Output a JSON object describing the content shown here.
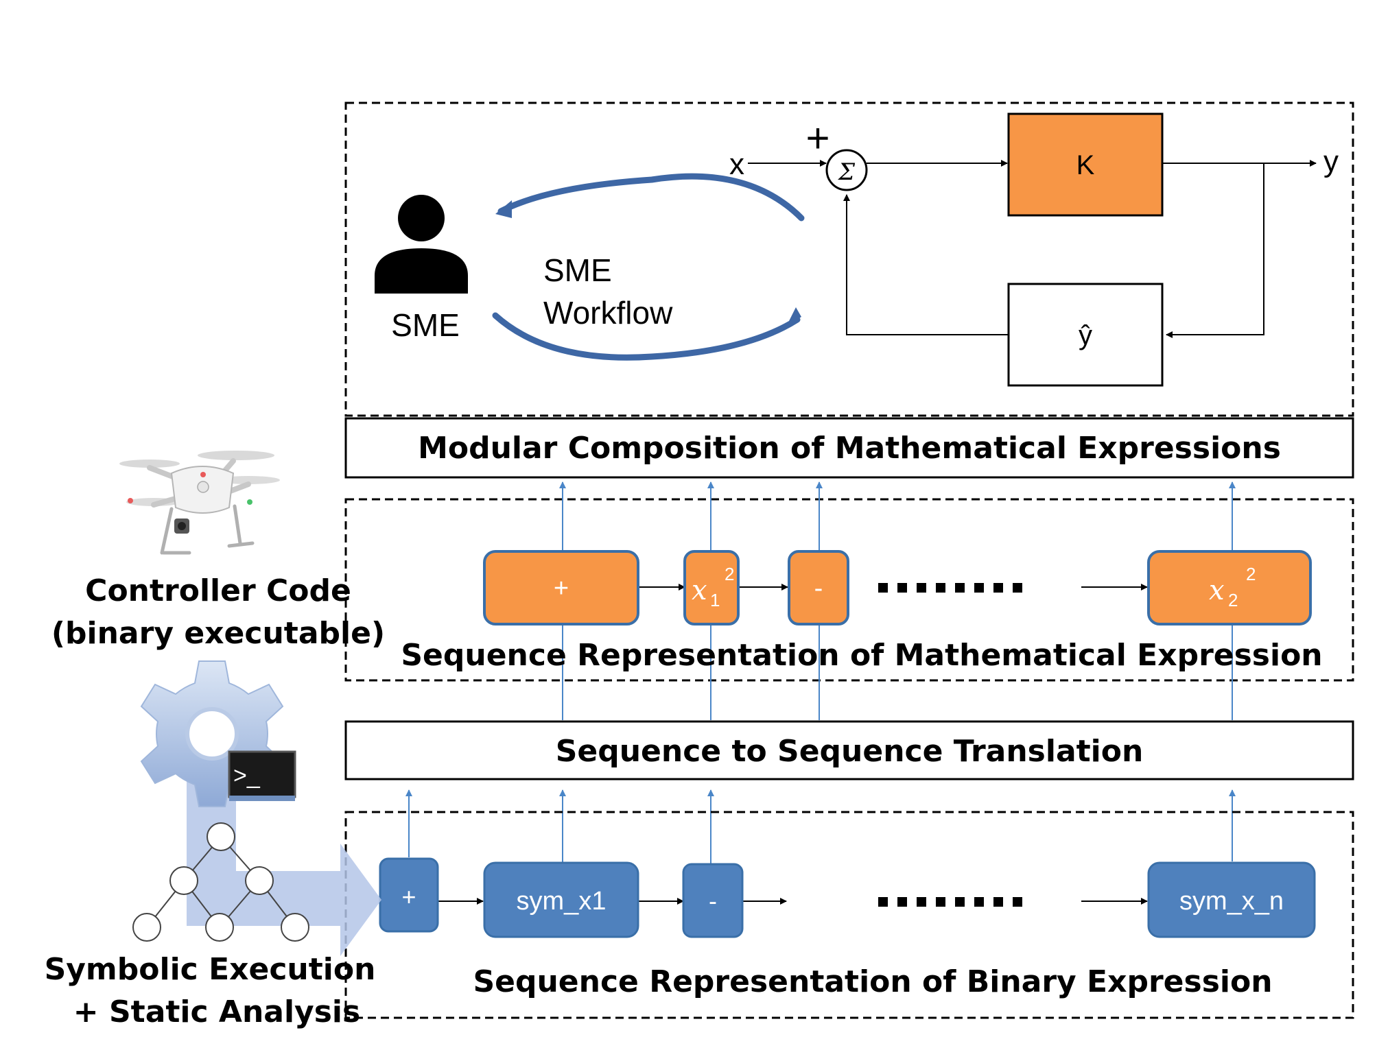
{
  "sme_section": {
    "person_label": "SME",
    "workflow_line1": "SME",
    "workflow_line2": "Workflow"
  },
  "control_loop": {
    "input_label": "x",
    "plus_sign": "+",
    "sum_symbol": "Σ",
    "gain_label": "K",
    "feedback_label": "ŷ",
    "output_label": "y"
  },
  "layers": {
    "modular": "Modular Composition of Mathematical Expressions",
    "math_sequence": "Sequence Representation of Mathematical Expression",
    "translation": "Sequence to Sequence Translation",
    "binary_sequence": "Sequence Representation of Binary Expression"
  },
  "math_tokens": {
    "plus": "+",
    "x1_base": "x",
    "x1_sub": "1",
    "x1_sup": "2",
    "minus": "-",
    "x2_base": "x",
    "x2_sub": "2",
    "x2_sup": "2"
  },
  "binary_tokens": {
    "plus": "+",
    "sym_x1": "sym_x1",
    "minus": "-",
    "sym_x_n": "sym_x_n"
  },
  "left_panel": {
    "controller_line1": "Controller Code",
    "controller_line2": "(binary executable)",
    "terminal_prompt": ">_",
    "analysis_line1": "Symbolic Execution",
    "analysis_line2": "+ Static Analysis"
  },
  "colors": {
    "orange": "#F79646",
    "blue": "#4F81BD",
    "blue_dark": "#3A6FA8",
    "arrow_blue": "#4A86C8",
    "arc_blue": "#3E67A5",
    "light_blue": "#B4C6E7"
  }
}
